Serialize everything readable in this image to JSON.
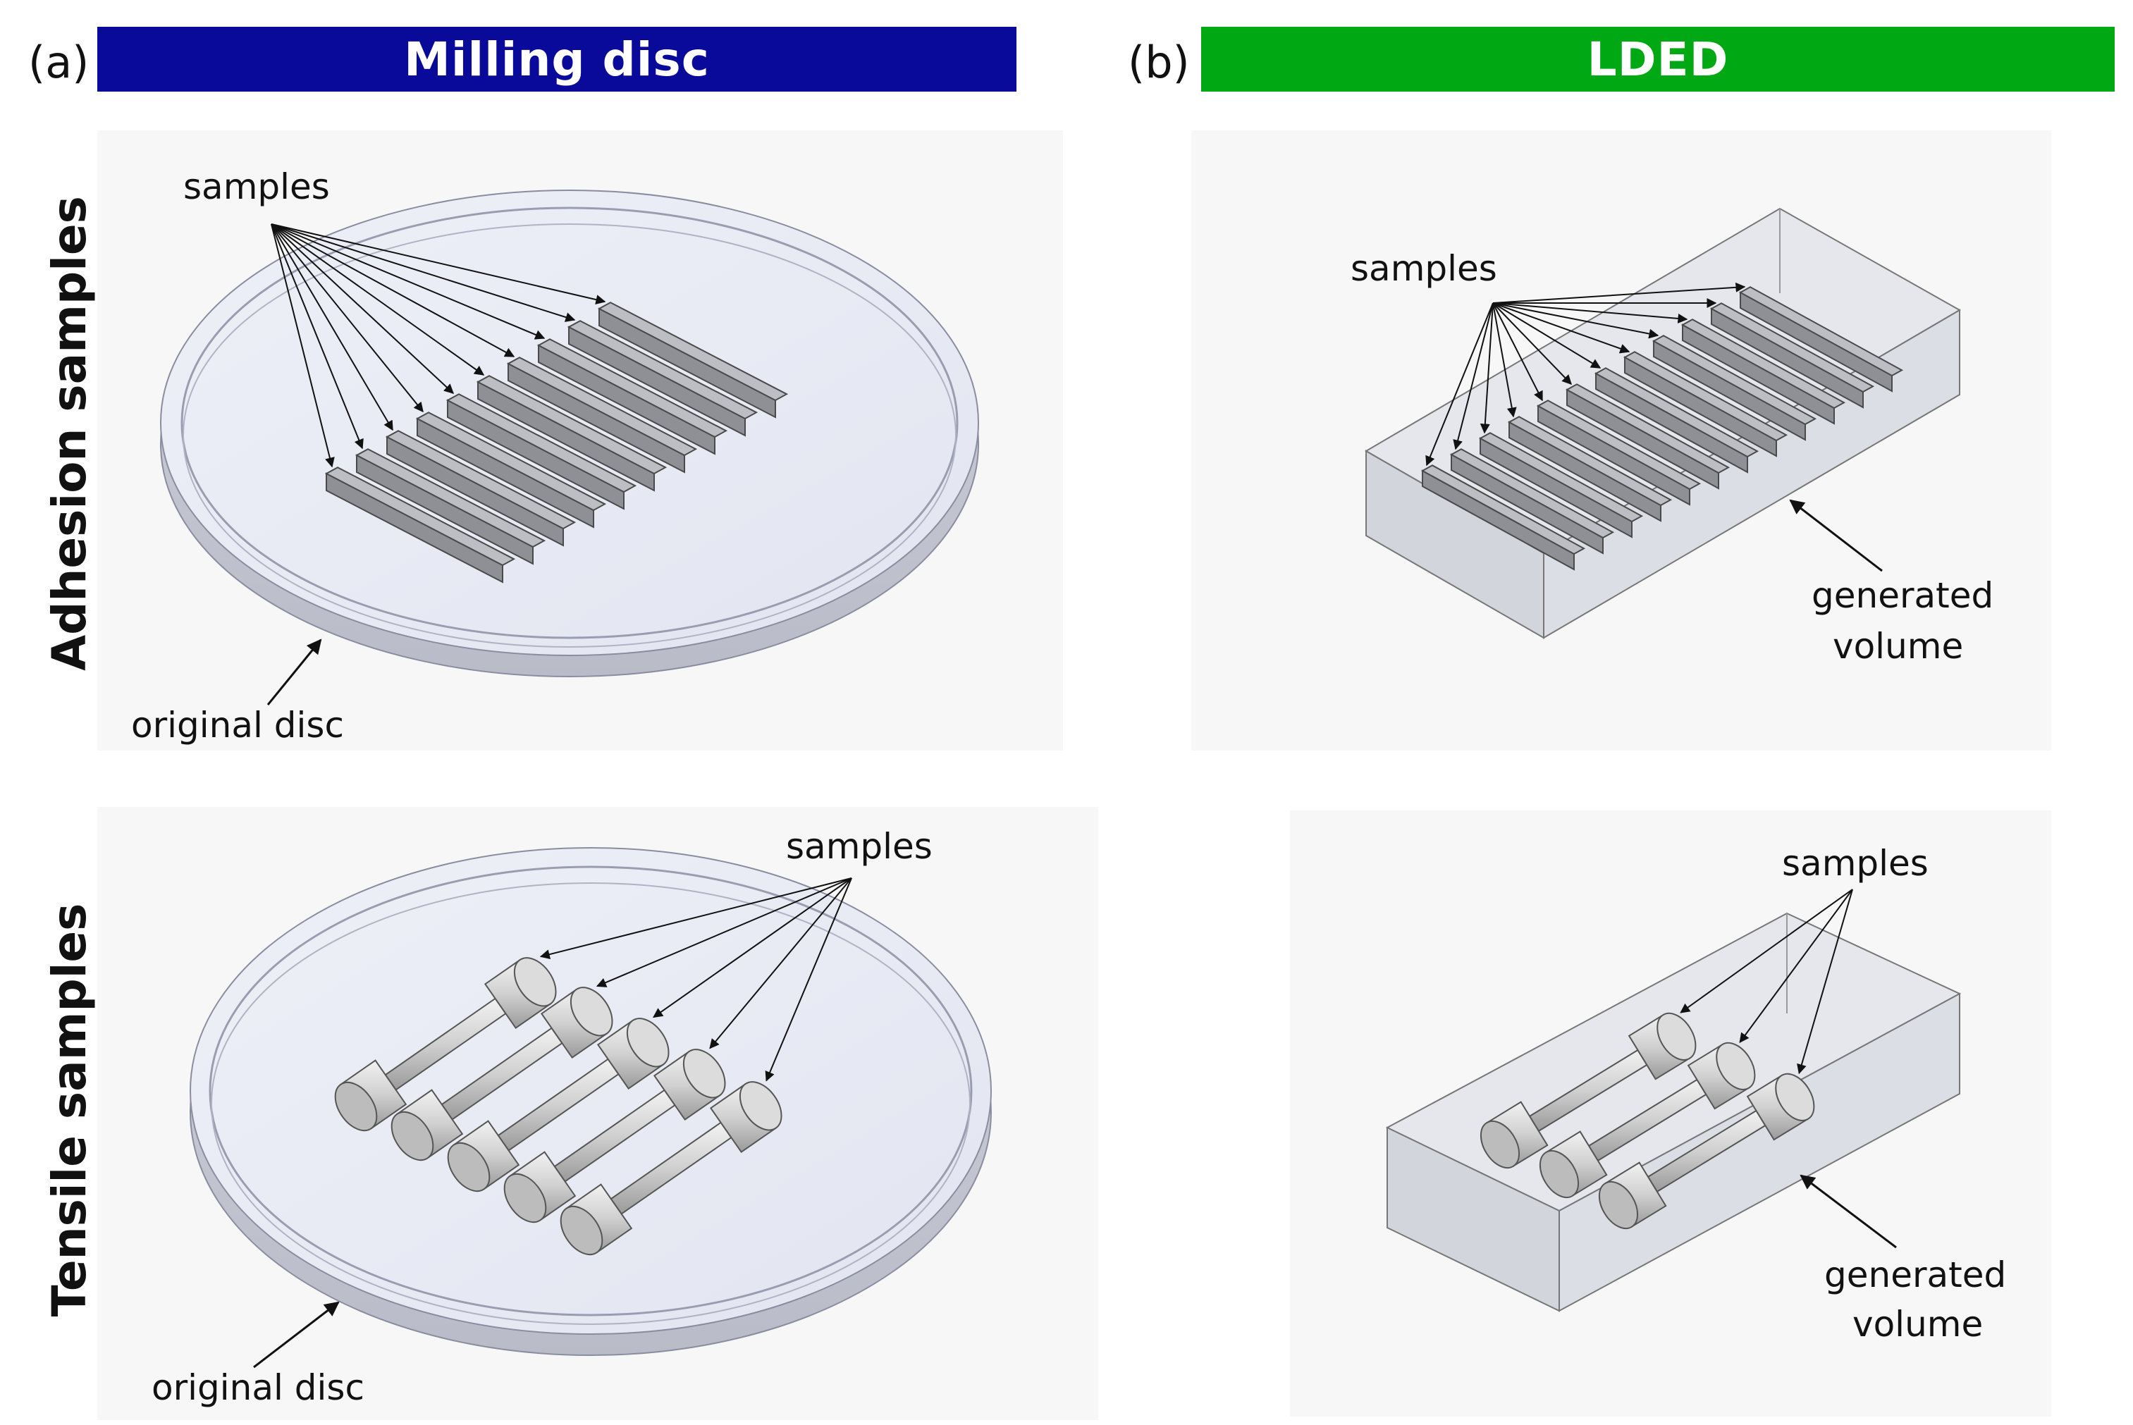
{
  "panels": {
    "a": {
      "letter": "(a)",
      "title": "Milling disc",
      "color": "#0a0a9a"
    },
    "b": {
      "letter": "(b)",
      "title": "LDED",
      "color": "#00a814"
    }
  },
  "rows": {
    "adhesion": "Adhesion samples",
    "tensile": "Tensile samples"
  },
  "annotations": {
    "samples": "samples",
    "original_disc": "original disc",
    "generated": "generated",
    "volume": "volume"
  }
}
